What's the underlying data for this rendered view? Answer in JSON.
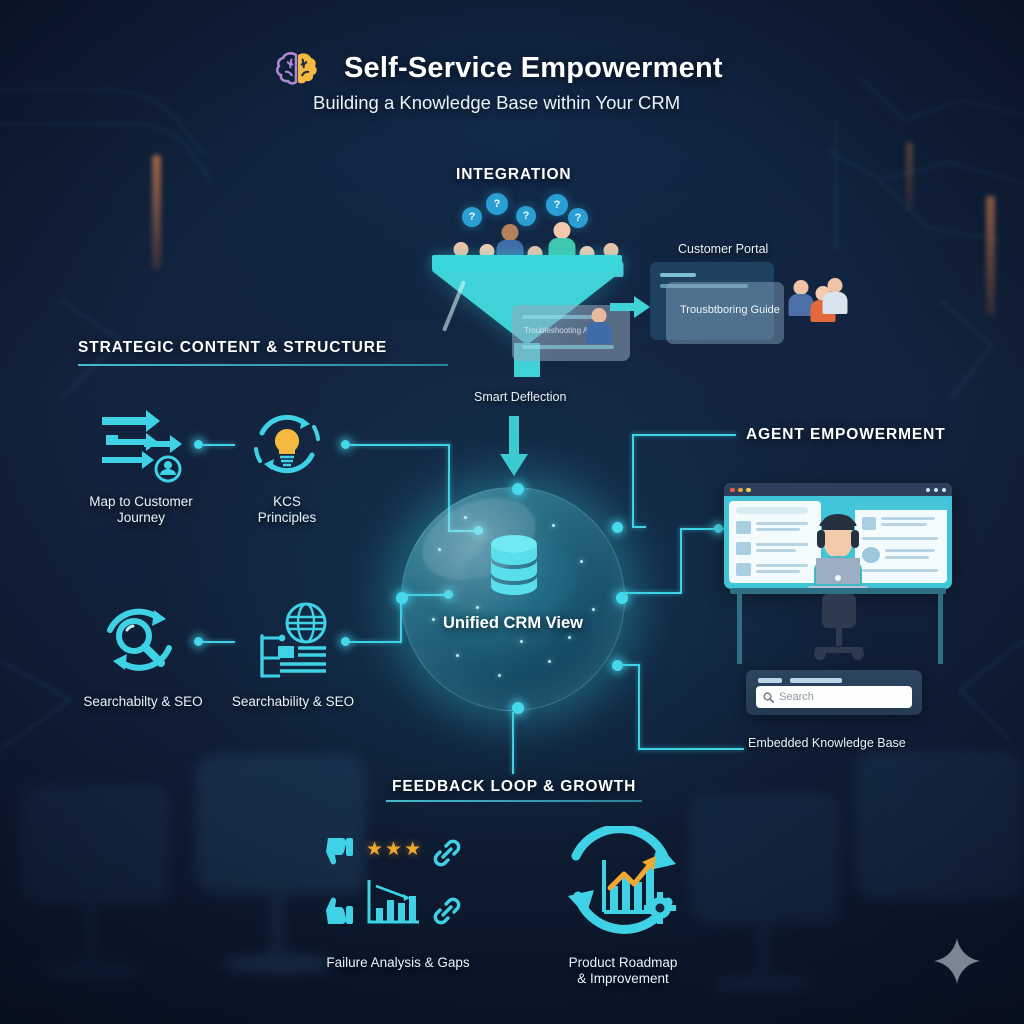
{
  "header": {
    "brain_icon": "brain-icon",
    "title": "Self-Service Empowerment",
    "subtitle": "Building a Knowledge Base within Your CRM"
  },
  "sections": {
    "integration": {
      "title": "INTEGRATION",
      "funnel_icon": "funnel-icon",
      "question_bubble": "?",
      "deflection_label": "Smart Deflection",
      "portal_label": "Customer Portal",
      "portal_card_text": "Trousbtboring Guide",
      "arrow_icon": "arrow-right-icon"
    },
    "strategic": {
      "title": "STRATEGIC CONTENT & STRUCTURE",
      "items": [
        {
          "icon": "exchange-arrows-icon",
          "label": "Map to Customer\nJourney",
          "line1": "Map to Customer",
          "line2": "Journey"
        },
        {
          "icon": "lightbulb-cycle-icon",
          "label": "KCS Principles",
          "line1": "KCS",
          "line2": "Principles"
        },
        {
          "icon": "search-cycle-icon",
          "label": "Searchabilty & SEO",
          "line1": "Searchabilty & SEO",
          "line2": ""
        },
        {
          "icon": "globe-document-icon",
          "label": "Searchability & SEO",
          "line1": "Searchability & SEO",
          "line2": ""
        }
      ]
    },
    "core": {
      "icon": "database-icon",
      "label": "Unified CRM View"
    },
    "agent": {
      "title": "AGENT EMPOWERMENT",
      "desk_icon": "agent-at-desk-icon",
      "search_placeholder": "Search",
      "search_icon": "search-icon",
      "caption": "Embedded Knowledge Base"
    },
    "feedback": {
      "title": "FEEDBACK LOOP & GROWTH",
      "items": [
        {
          "icons": [
            "thumb-down-icon",
            "three-stars-icon",
            "link-icon",
            "thumb-up-icon",
            "declining-chart-icon",
            "link-icon"
          ],
          "stars": "★★★",
          "line1": "Failure Analysis & Gaps",
          "line2": ""
        },
        {
          "icons": [
            "circular-arrows-icon",
            "growth-chart-icon",
            "gear-icon"
          ],
          "line1": "Product Roadmap",
          "line2": "& Improvement"
        }
      ]
    }
  },
  "watermark": {
    "icon": "sparkle-icon"
  },
  "colors": {
    "background": "#13243f",
    "accent_cyan": "#3fd2e6",
    "funnel": "#3fd3d8",
    "star_orange": "#f0a830",
    "brain_left": "#b088d4",
    "brain_right": "#f5b942",
    "text_primary": "#ffffff",
    "text_secondary": "#e6f2fa"
  }
}
